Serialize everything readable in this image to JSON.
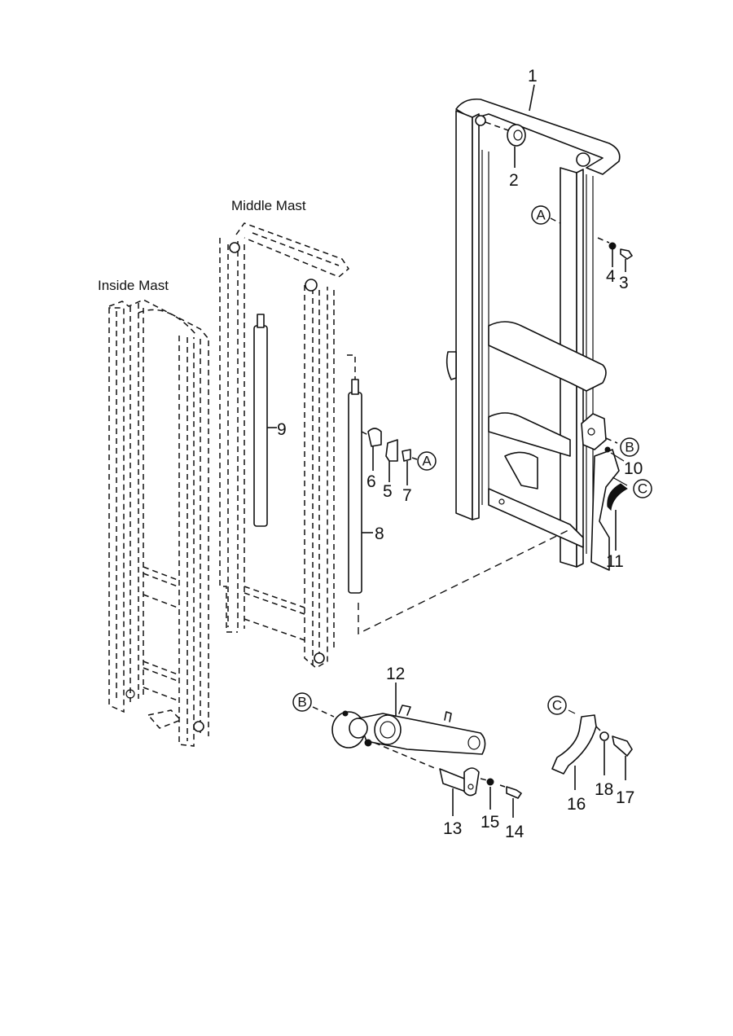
{
  "diagram": {
    "type": "exploded-parts-diagram",
    "subject": "Forklift mast assembly",
    "assembly_labels": {
      "middle_mast": "Middle Mast",
      "inside_mast": "Inside Mast"
    },
    "part_numbers": [
      "1",
      "2",
      "3",
      "4",
      "5",
      "6",
      "7",
      "8",
      "9",
      "10",
      "11",
      "12",
      "13",
      "14",
      "15",
      "16",
      "17",
      "18"
    ],
    "parts": {
      "p1": "1",
      "p2": "2",
      "p3": "3",
      "p4": "4",
      "p5": "5",
      "p6": "6",
      "p7": "7",
      "p8": "8",
      "p9": "9",
      "p10": "10",
      "p11": "11",
      "p12": "12",
      "p13": "13",
      "p14": "14",
      "p15": "15",
      "p16": "16",
      "p17": "17",
      "p18": "18"
    },
    "reference_markers": {
      "a1": "A",
      "a2": "A",
      "b1": "B",
      "b2": "B",
      "c1": "C",
      "c2": "C"
    },
    "connections": [
      {
        "from": "A",
        "to": "A",
        "parts": [
          "5",
          "6",
          "7"
        ]
      },
      {
        "from": "B",
        "to": "B",
        "parts": [
          "12",
          "10"
        ]
      },
      {
        "from": "C",
        "to": "C",
        "parts": [
          "16",
          "17",
          "18",
          "11"
        ]
      }
    ]
  }
}
